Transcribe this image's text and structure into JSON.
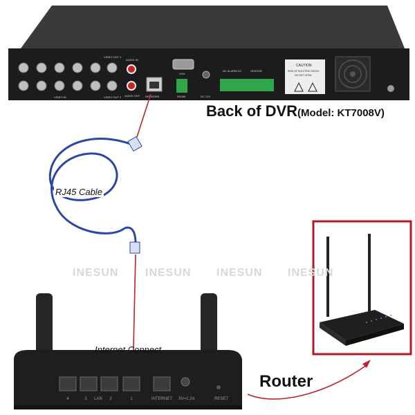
{
  "dvr": {
    "caption_main": "Back of DVR",
    "caption_model": "(Model: KT7008V)",
    "labels": {
      "video_out_1": "VIDEO OUT 1",
      "video_out_2": "VIDEO OUT 2",
      "video_in": "VIDEO IN",
      "audio_in": "AUDIO IN",
      "audio_out": "AUDIO OUT",
      "network": "NETWORK",
      "vga": "VGA",
      "rs485": "RS485",
      "dc12v": "DC 12V",
      "alarm": "NC ALARM DC",
      "sensor": "SENSOR",
      "caution_title": "CAUTION",
      "caution_line1": "RISK OF ELECTRIC SHOCK",
      "caution_line2": "DO NOT OPEN"
    }
  },
  "cable": {
    "caption": "RJ45 Cable"
  },
  "router": {
    "caption": "Router",
    "internet_caption": "Internet Connect",
    "port_labels": [
      "4",
      "3",
      "LAN",
      "2",
      "1",
      "INTERNET",
      "5V=1.2A",
      "RESET"
    ]
  },
  "watermark": {
    "text": "INESUN"
  },
  "colors": {
    "connector_line": "#c0202a",
    "inset_border": "#b0182a",
    "cable": "#2c46a8",
    "device_dark": "#1e1e1e"
  }
}
